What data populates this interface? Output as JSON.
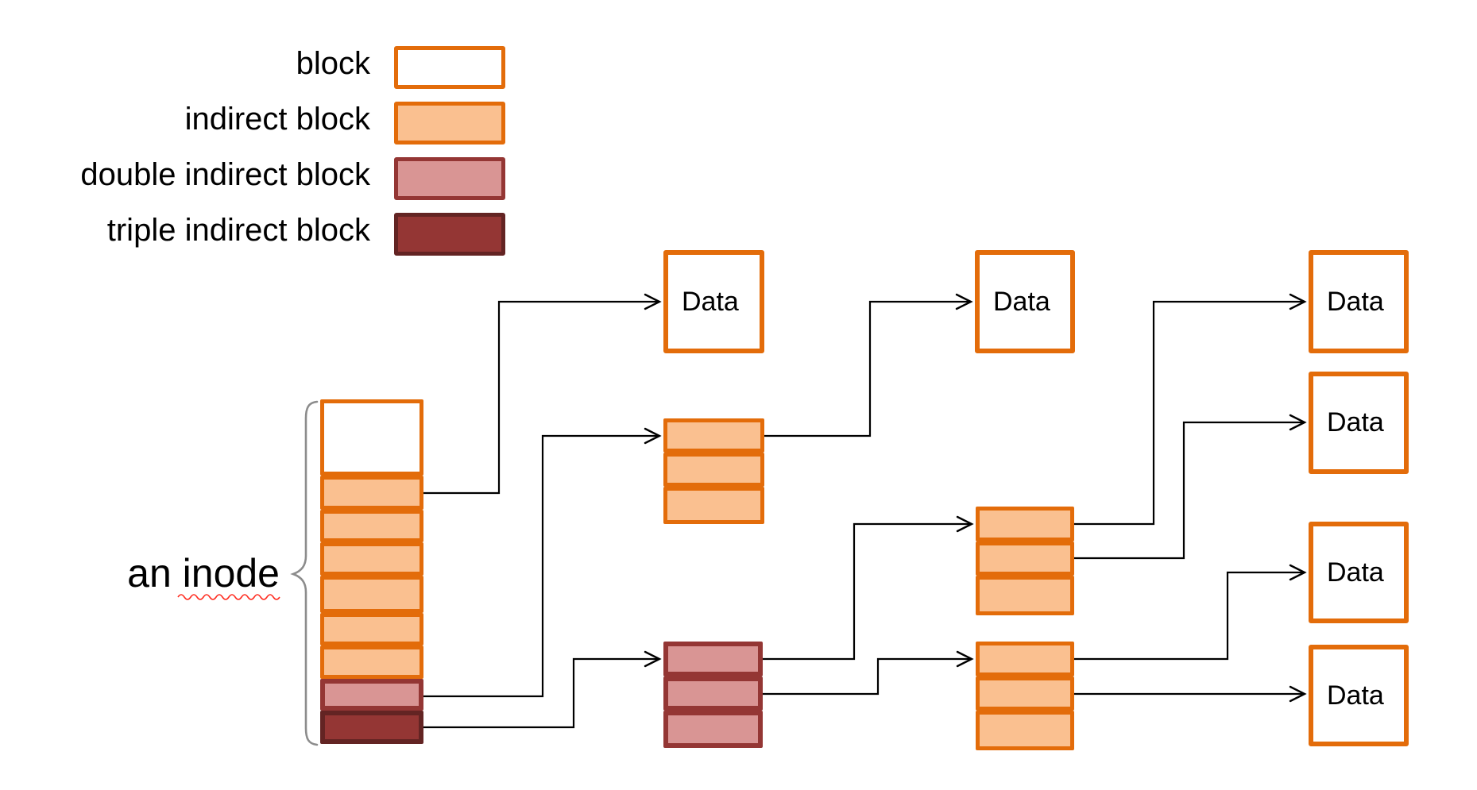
{
  "legend": {
    "items": [
      {
        "id": "block",
        "label": "block"
      },
      {
        "id": "indirect-block",
        "label": "indirect block"
      },
      {
        "id": "double-indirect-block",
        "label": "double indirect block"
      },
      {
        "id": "triple-indirect-block",
        "label": "triple indirect block"
      }
    ]
  },
  "inode": {
    "label": "an inode"
  },
  "data_blocks": [
    {
      "label": "Data"
    },
    {
      "label": "Data"
    },
    {
      "label": "Data"
    },
    {
      "label": "Data"
    },
    {
      "label": "Data"
    },
    {
      "label": "Data"
    }
  ],
  "colors": {
    "orange_border": "#E36C0A",
    "orange_fill": "#FAC090",
    "pink_border": "#943634",
    "pink_fill": "#D99594",
    "dark_red_fill": "#943634",
    "dark_red_border": "#632423",
    "line_color": "#000000",
    "brace_color": "#8C8C8C",
    "squiggle_color": "#FF2A1E",
    "text_color": "#000000"
  }
}
